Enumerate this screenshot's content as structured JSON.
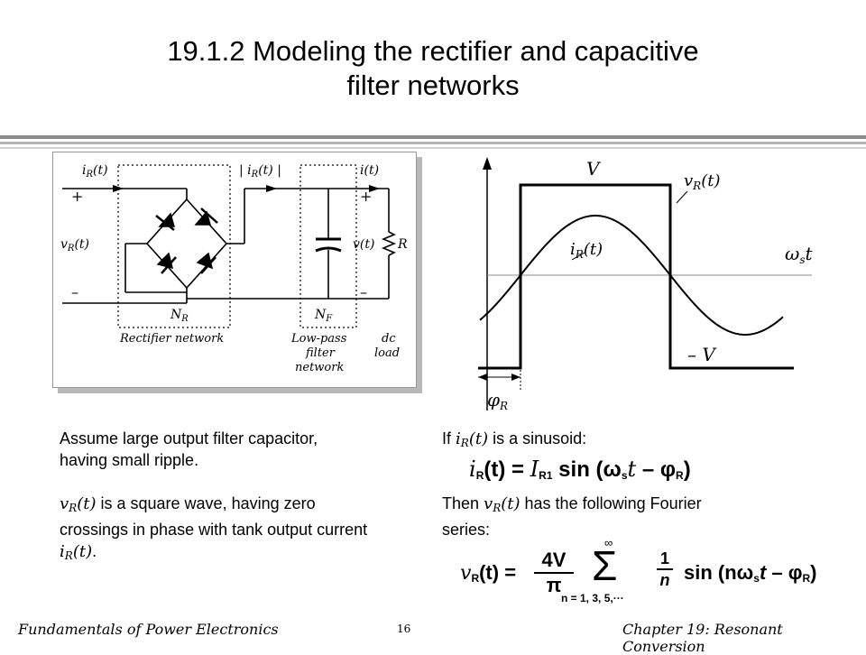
{
  "title_line1": "19.1.2 Modeling the rectifier and capacitive",
  "title_line2": "filter networks",
  "circuit": {
    "iR_label": "i",
    "iR_sub": "R",
    "iR_arg": "(t)",
    "abs_iR_label": "| i",
    "abs_iR_sub": "R",
    "abs_iR_arg": "(t) |",
    "i_label": "i(t)",
    "plus": "+",
    "minus": "–",
    "vR_label": "v",
    "vR_sub": "R",
    "vR_arg": "(t)",
    "v_label": "v(t)",
    "R_label": "R",
    "NR_label": "N",
    "NR_sub": "R",
    "NF_label": "N",
    "NF_sub": "F",
    "rectifier_network": "Rectifier network",
    "lowpass_line1": "Low-pass",
    "lowpass_line2": "filter",
    "lowpass_line3": "network",
    "dc_line1": "dc",
    "dc_line2": "load"
  },
  "waveform": {
    "V_label": "V",
    "minusV_label": "– V",
    "vR_label": "v",
    "vR_sub": "R",
    "vR_arg": "(t)",
    "iR_label": "i",
    "iR_sub": "R",
    "iR_arg": "(t)",
    "axis_label": "ω",
    "axis_sub": "s",
    "axis_t": "t",
    "phi_label": "φ",
    "phi_sub": "R"
  },
  "left_text": {
    "p1": "Assume large output filter capacitor, having small ripple.",
    "p2_v": "v",
    "p2_sub": "R",
    "p2_arg": "(t)",
    "p2_rest": " is a square wave, having zero crossings in phase with tank output current ",
    "p2_i": "i",
    "p2_isub": "R",
    "p2_iarg": "(t)",
    "p2_end": "."
  },
  "right_text": {
    "if_prefix": "If ",
    "if_i": "i",
    "if_sub": "R",
    "if_arg": "(t)",
    "if_suffix": " is a sinusoid:",
    "then_prefix": "Then ",
    "then_v": "v",
    "then_sub": "R",
    "then_arg": "(t)",
    "then_suffix": " has the following Fourier series:"
  },
  "eq1": {
    "lhs_i": "i",
    "lhs_sub": "R",
    "lhs_arg": "(t) = ",
    "I": "I",
    "I_sub": "R1",
    "sin": " sin (",
    "omega": "ω",
    "omega_sub": "s",
    "t": "t",
    "minus_phi": " – φ",
    "phi_sub": "R",
    "close": ")"
  },
  "eq2": {
    "lhs_v": "v",
    "lhs_sub": "R",
    "lhs_arg": "(t) = ",
    "num": "4V",
    "den": "π",
    "sigma": "Σ",
    "inf": "∞",
    "range": "n = 1, 3, 5,···",
    "one": "1",
    "n": "n",
    "sin": "sin (n",
    "omega": "ω",
    "omega_sub": "s",
    "t": "t",
    "minus_phi": " – φ",
    "phi_sub": "R",
    "close": ")"
  },
  "footer": {
    "left": "Fundamentals of Power Electronics",
    "page": "16",
    "right": "Chapter 19: Resonant Conversion"
  }
}
